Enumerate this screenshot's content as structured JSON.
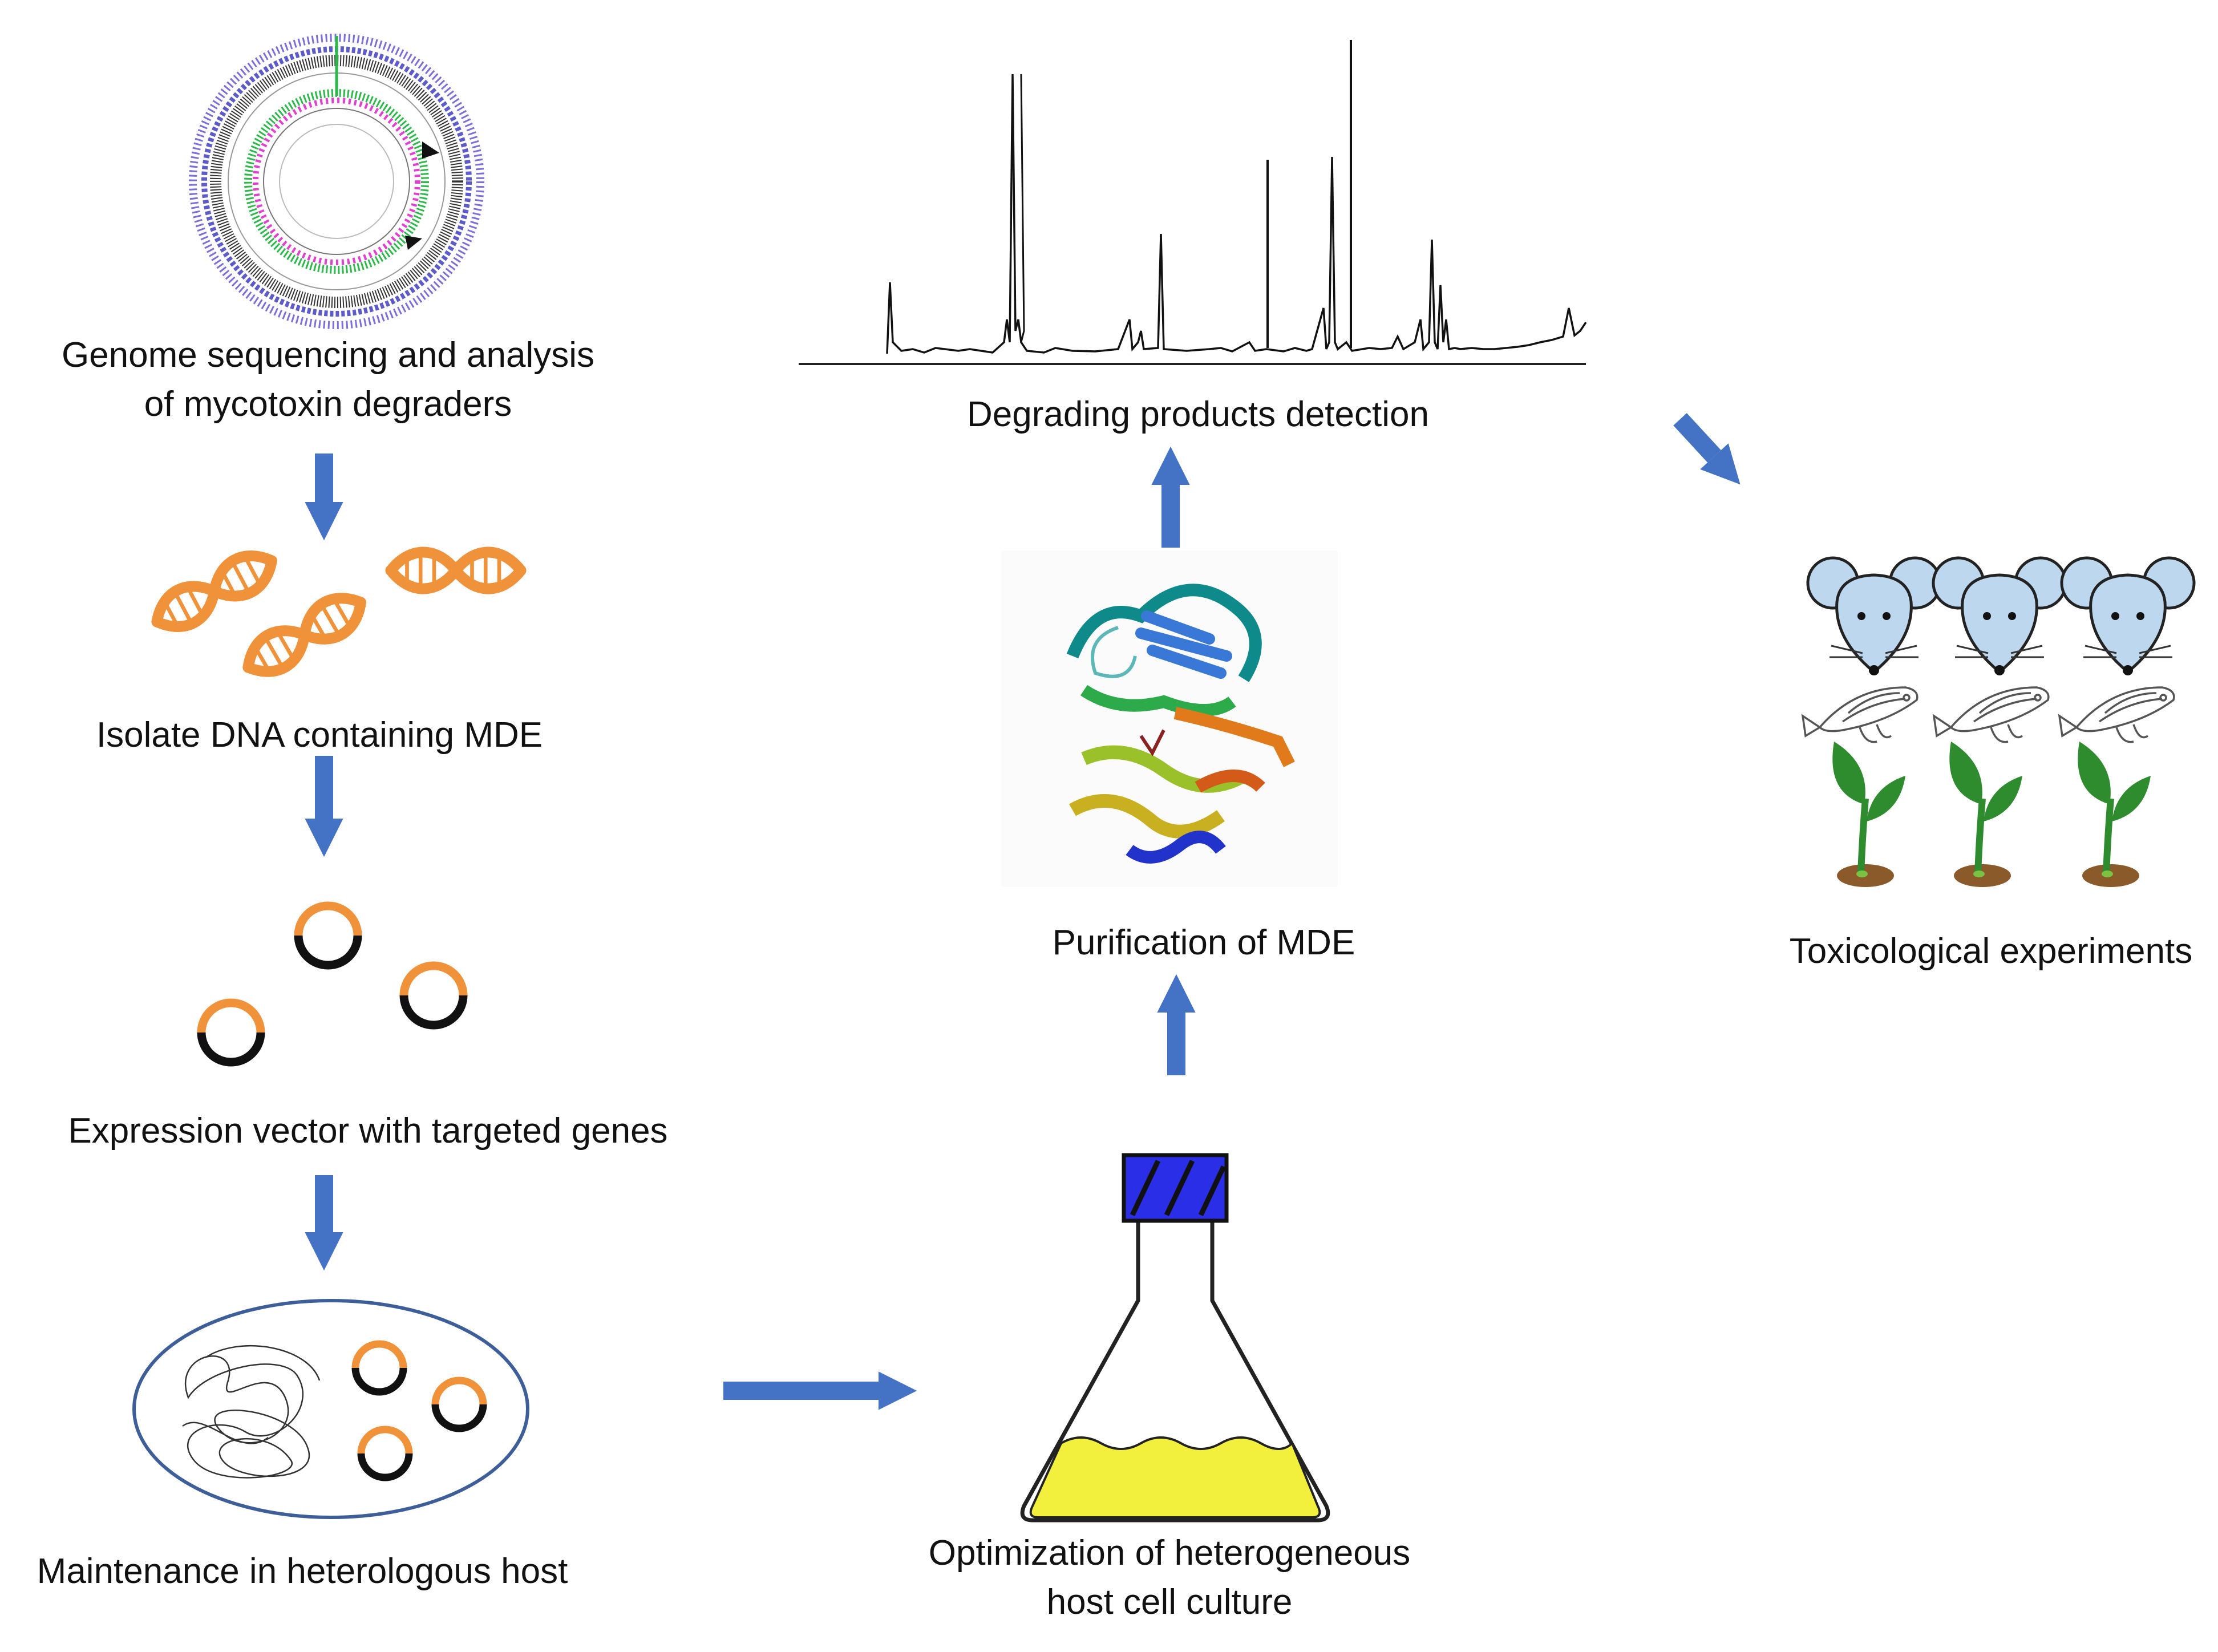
{
  "steps": {
    "genome": {
      "line1": "Genome sequencing and analysis",
      "line2": "of mycotoxin degraders"
    },
    "isolate": {
      "label": "Isolate DNA containing MDE"
    },
    "vector": {
      "label": "Expression vector with targeted genes"
    },
    "host": {
      "label": "Maintenance in heterologous host"
    },
    "culture": {
      "line1": "Optimization of heterogeneous",
      "line2": "host cell culture"
    },
    "purification": {
      "label": "Purification of MDE"
    },
    "detection": {
      "label": "Degrading products detection"
    },
    "toxicology": {
      "label": "Toxicological experiments"
    }
  },
  "icons": {
    "genome_map": "circular-genome-map-icon",
    "dna": "dna-double-helix-icon",
    "plasmid": "plasmid-icon",
    "host_cell": "host-cell-icon",
    "flask": "erlenmeyer-flask-icon",
    "protein": "protein-structure-icon",
    "chromatogram": "chromatogram-icon",
    "mouse": "mouse-icon",
    "zebrafish": "zebrafish-icon",
    "seedling": "seedling-icon"
  },
  "colors": {
    "arrow": "#4472C4",
    "dna": "#F0923A",
    "plasmid_top": "#F0923A",
    "plasmid_bottom": "#111111",
    "host_outline": "#3E5E9A",
    "flask_cap": "#2A2EE6",
    "flask_liquid": "#F2F03C",
    "mouse": "#BDD7EE",
    "leaf": "#2E8B2E",
    "soil": "#8B5A2B"
  }
}
